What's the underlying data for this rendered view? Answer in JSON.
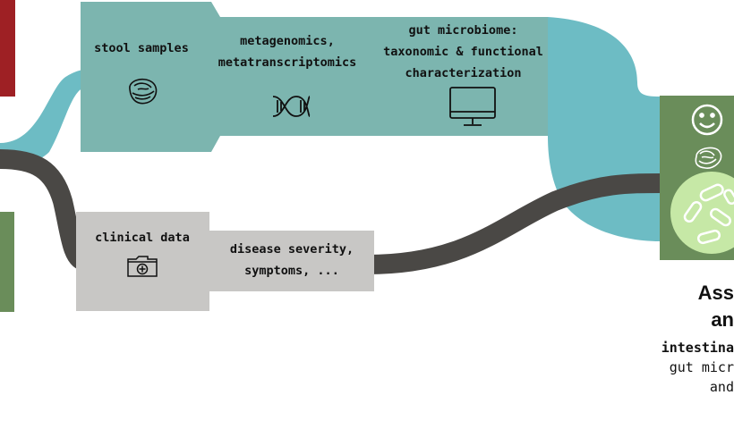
{
  "colors": {
    "omics_band": "#7cb5af",
    "omics_band_light": "#6dbcc4",
    "clinical_band": "#c8c7c5",
    "dark_ribbon": "#4a4845",
    "red_block": "#9e2024",
    "green_block": "#6a8d5a",
    "result_panel": "#6a8d5a",
    "bacteria_circle": "#c6e8a6"
  },
  "omics": {
    "stool_samples": "stool samples",
    "stool_icon": "stool-sample-icon",
    "metagenomics": [
      "metagenomics,",
      "metatranscriptomics"
    ],
    "dna_icon": "dna-helix-icon",
    "gut_microbiome": [
      "gut microbiome:",
      "taxonomic & functional",
      "characterization"
    ],
    "computer_icon": "computer-monitor-icon"
  },
  "clinical": {
    "clinical_data": "clinical data",
    "folder_icon": "medical-folder-icon",
    "disease": [
      "disease severity,",
      "symptoms, ..."
    ]
  },
  "result_panel": {
    "icons": [
      "smiley-face-icon",
      "stool-sample-icon",
      "bacteria-icon"
    ]
  },
  "caption": {
    "line1": "Ass",
    "line2": "an",
    "line3": "intestina",
    "line4": "gut micr",
    "line5": "and"
  }
}
